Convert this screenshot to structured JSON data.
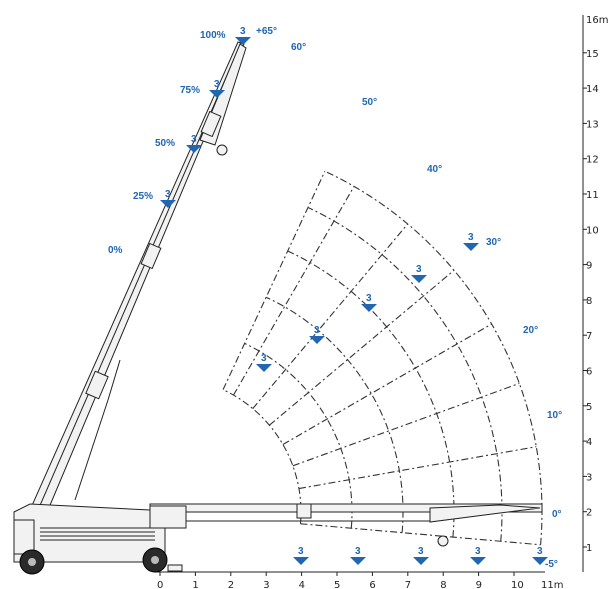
{
  "diagram": {
    "y_unit": "16m",
    "x_unit": "11m",
    "y_ticks": [
      "1",
      "2",
      "3",
      "4",
      "5",
      "6",
      "7",
      "8",
      "9",
      "10",
      "11",
      "12",
      "13",
      "14",
      "15"
    ],
    "x_ticks": [
      "0",
      "1",
      "2",
      "3",
      "4",
      "5",
      "6",
      "7",
      "8",
      "9",
      "10"
    ],
    "angle_labels": [
      {
        "text": "+65°",
        "angle": 65
      },
      {
        "text": "60°",
        "angle": 60
      },
      {
        "text": "50°",
        "angle": 50
      },
      {
        "text": "40°",
        "angle": 40
      },
      {
        "text": "30°",
        "angle": 30
      },
      {
        "text": "20°",
        "angle": 20
      },
      {
        "text": "10°",
        "angle": 10
      },
      {
        "text": "0°",
        "angle": 0
      },
      {
        "text": "-5°",
        "angle": -5
      }
    ],
    "extension_labels": [
      "100%",
      "75%",
      "50%",
      "25%",
      "0%"
    ],
    "load_class": "3",
    "colors": {
      "accent": "#2166b0",
      "line": "#333333",
      "ink": "#222222"
    }
  }
}
